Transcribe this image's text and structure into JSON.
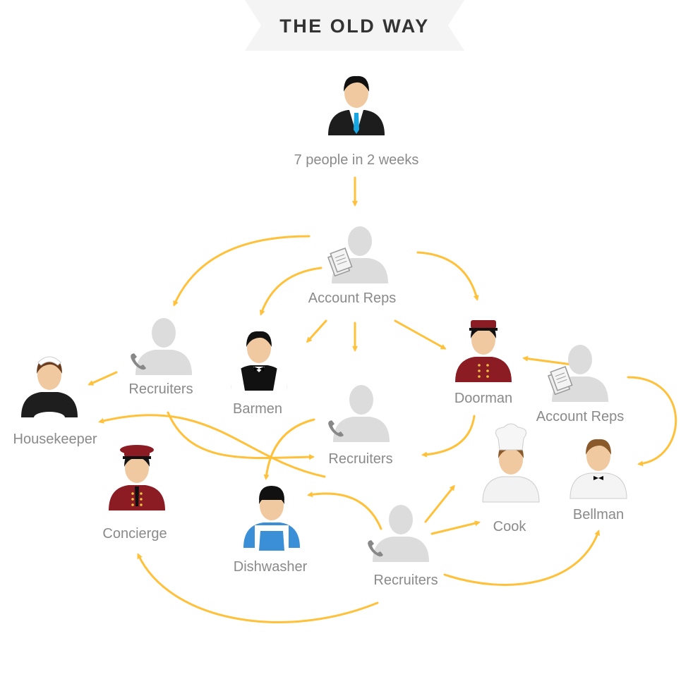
{
  "header": {
    "title": "THE OLD WAY"
  },
  "colors": {
    "arrow": "#FFC03A",
    "ghost": "#DCDCDC",
    "label": "#8A8A8A",
    "banner": "#F4F4F4",
    "maroon": "#8B1C24",
    "tie": "#18A6E2"
  },
  "nodes": [
    {
      "id": "boss",
      "label": "7 people in 2 weeks",
      "icon": "businessman-icon"
    },
    {
      "id": "reps_top",
      "label": "Account Reps",
      "icon": "account-rep-icon"
    },
    {
      "id": "rec_left",
      "label": "Recruiters",
      "icon": "recruiter-icon"
    },
    {
      "id": "barmen",
      "label": "Barmen",
      "icon": "barman-icon"
    },
    {
      "id": "housekeeper",
      "label": "Housekeeper",
      "icon": "housekeeper-icon"
    },
    {
      "id": "rec_mid",
      "label": "Recruiters",
      "icon": "recruiter-icon"
    },
    {
      "id": "doorman",
      "label": "Doorman",
      "icon": "doorman-icon"
    },
    {
      "id": "reps_right",
      "label": "Account Reps",
      "icon": "account-rep-icon"
    },
    {
      "id": "concierge",
      "label": "Concierge",
      "icon": "concierge-icon"
    },
    {
      "id": "dishwasher",
      "label": "Dishwasher",
      "icon": "dishwasher-icon"
    },
    {
      "id": "cook",
      "label": "Cook",
      "icon": "cook-icon"
    },
    {
      "id": "bellman",
      "label": "Bellman",
      "icon": "bellman-icon"
    },
    {
      "id": "rec_bottom",
      "label": "Recruiters",
      "icon": "recruiter-icon"
    }
  ]
}
